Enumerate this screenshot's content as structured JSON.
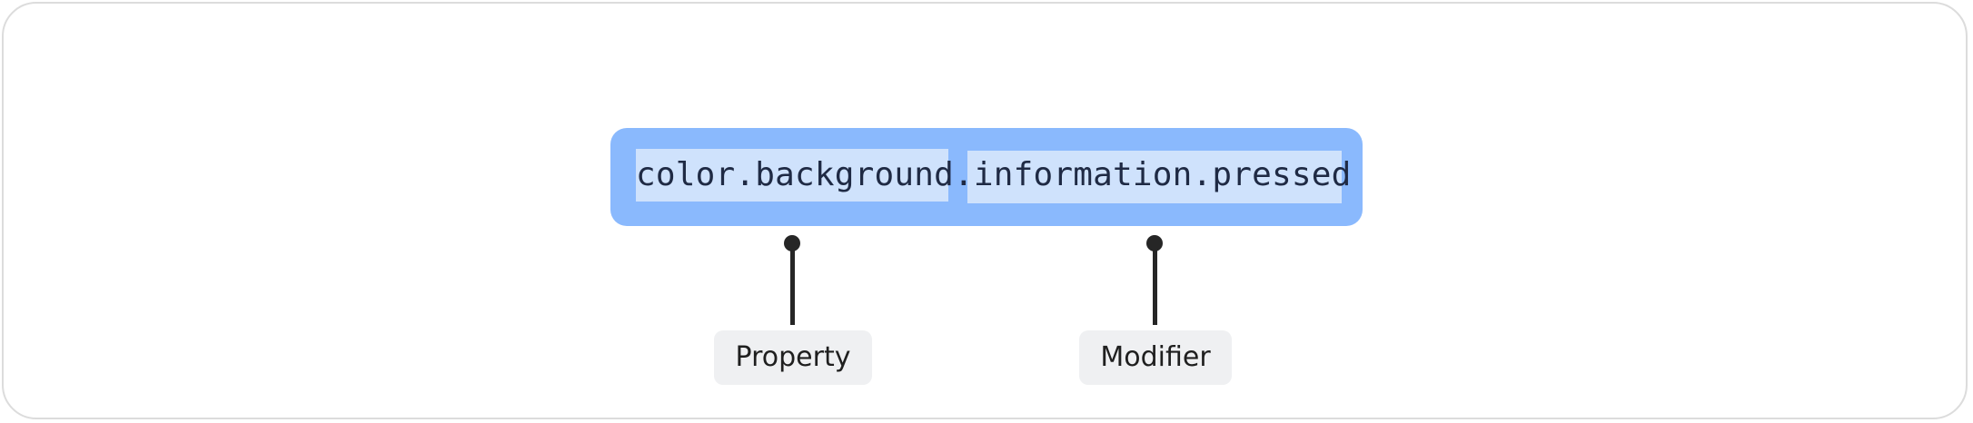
{
  "token": {
    "property": "color.background",
    "separator": ".",
    "modifier": "information.pressed"
  },
  "labels": {
    "property": "Property",
    "modifier": "Modifier"
  },
  "colors": {
    "pill": "#8ab9fd",
    "segment_highlight": "#cfe2fc",
    "token_text": "#1f2a44",
    "connector": "#262626",
    "chip_background": "#eff0f2",
    "frame_border": "#dcdcdc"
  }
}
